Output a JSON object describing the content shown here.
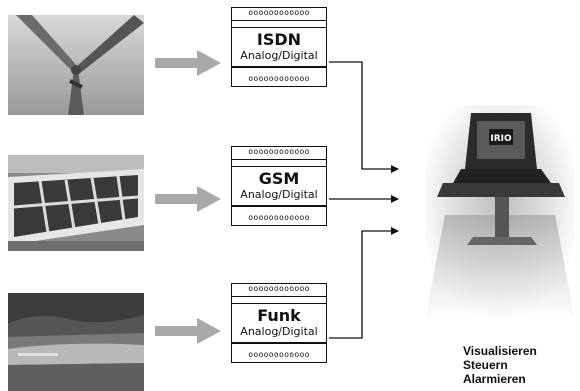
{
  "modules": [
    {
      "title": "ISDN",
      "subtitle": "Analog/Digital",
      "top_dots": "oooooooooooo",
      "bottom_dots": "oooooooooooo"
    },
    {
      "title": "GSM",
      "subtitle": "Analog/Digital",
      "top_dots": "oooooooooooo",
      "bottom_dots": "oooooooooooo"
    },
    {
      "title": "Funk",
      "subtitle": "Analog/Digital",
      "top_dots": "oooooooooooo",
      "bottom_dots": "oooooooooooo"
    }
  ],
  "monitor_label": "IRIO",
  "functions": [
    "Visualisieren",
    "Steuern",
    "Alarmieren"
  ],
  "colors": {
    "arrow": "#a9a9a9",
    "line": "#111111"
  }
}
